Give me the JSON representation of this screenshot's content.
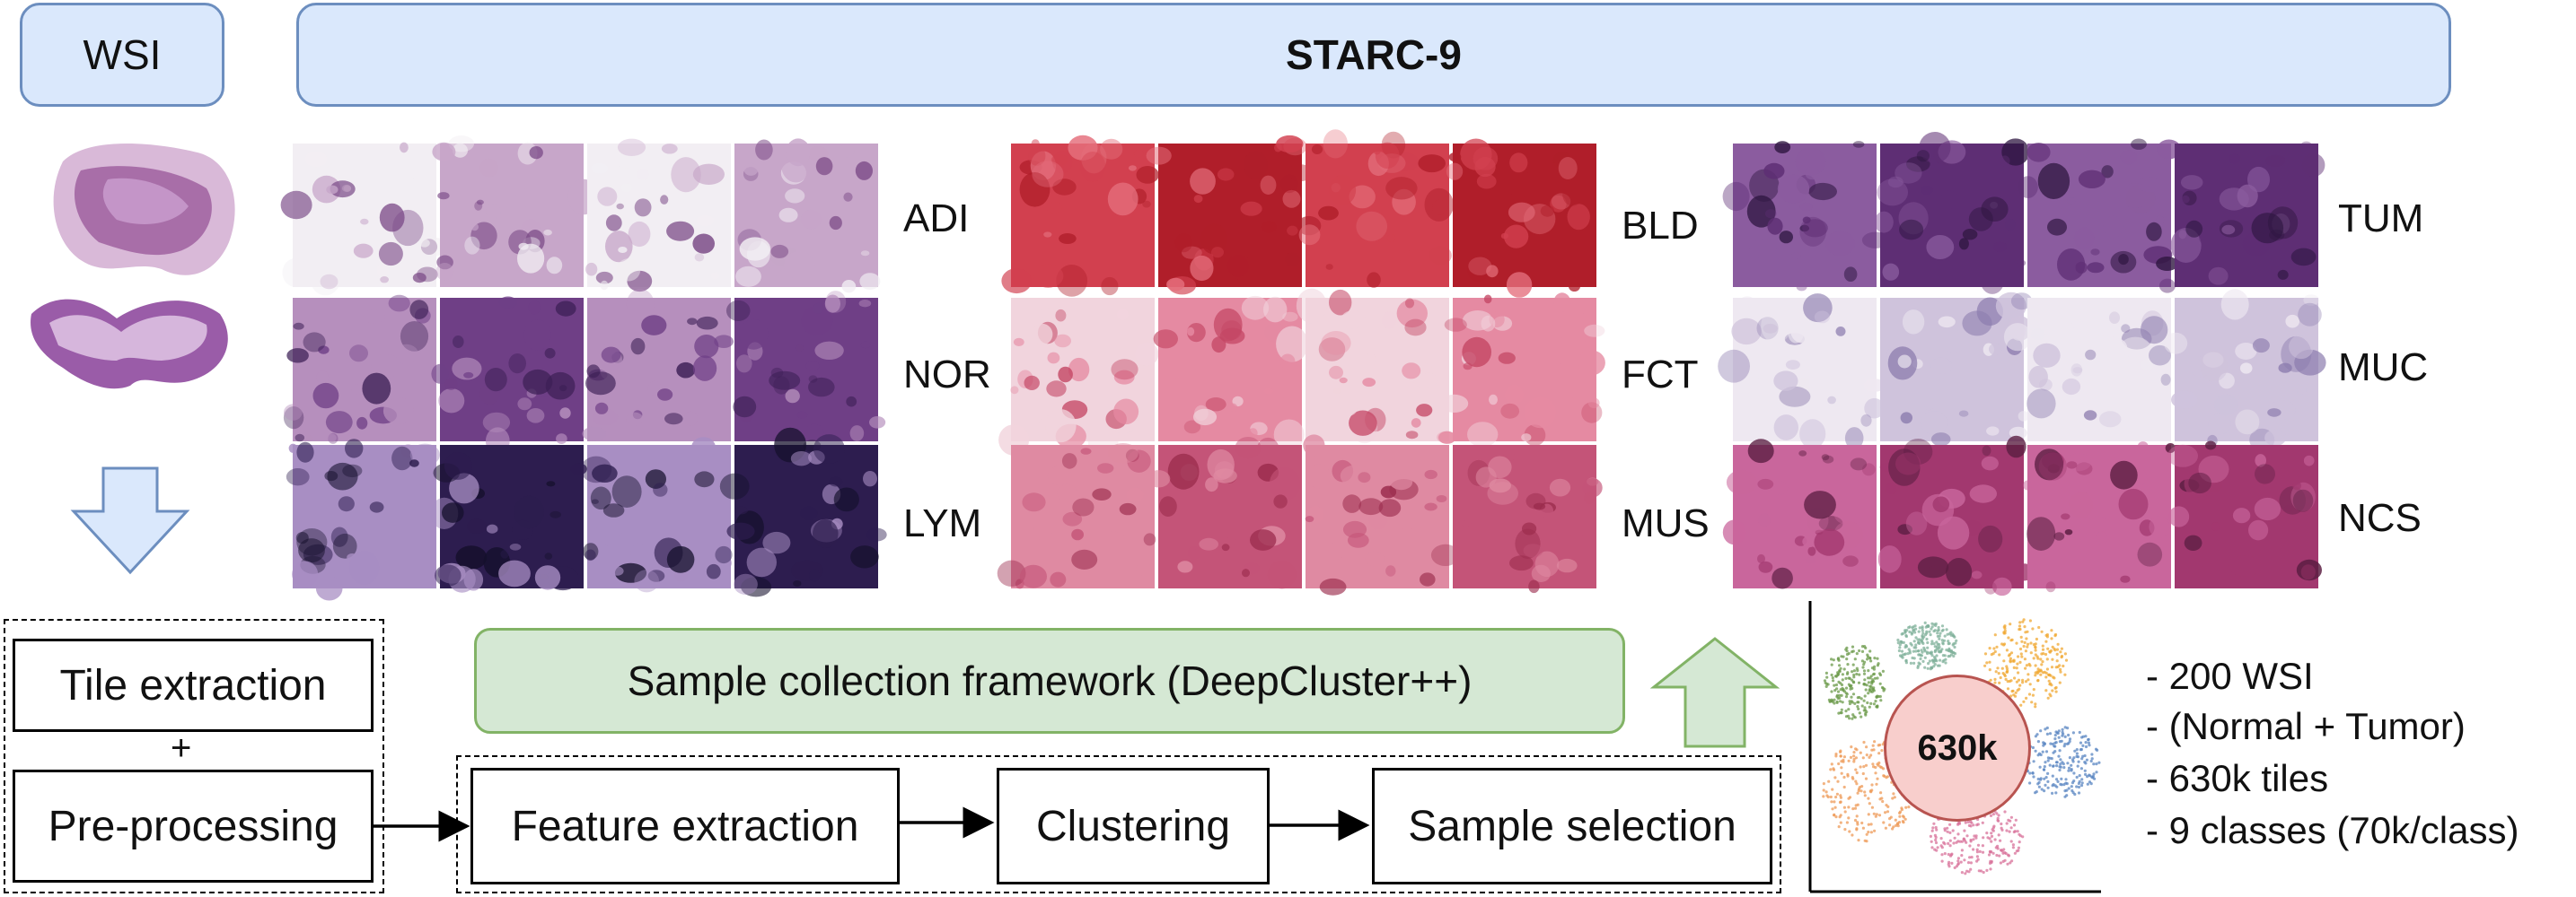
{
  "header": {
    "wsi_label": "WSI",
    "title": "STARC-9"
  },
  "classes": [
    {
      "code": "ADI",
      "colors": [
        "#f2eef3",
        "#c7a6c9",
        "#7b4a87"
      ]
    },
    {
      "code": "NOR",
      "colors": [
        "#b68fbd",
        "#6f3f86",
        "#3c1f55"
      ]
    },
    {
      "code": "LYM",
      "colors": [
        "#a88ec3",
        "#2d1d4f",
        "#15102c"
      ]
    },
    {
      "code": "BLD",
      "colors": [
        "#d2404f",
        "#b01e2a",
        "#e46f7c"
      ]
    },
    {
      "code": "FCT",
      "colors": [
        "#f1d4dd",
        "#e58aa2",
        "#c44664"
      ]
    },
    {
      "code": "MUS",
      "colors": [
        "#df8aa2",
        "#c45478",
        "#9b2c4d"
      ]
    },
    {
      "code": "TUM",
      "colors": [
        "#8b5c9f",
        "#5e2e74",
        "#2e1640"
      ]
    },
    {
      "code": "MUC",
      "colors": [
        "#eee8f1",
        "#cfc3dc",
        "#8c7cae"
      ]
    },
    {
      "code": "NCS",
      "colors": [
        "#c9669c",
        "#a2386f",
        "#5a1d41"
      ]
    }
  ],
  "pipeline": {
    "tile_extraction": "Tile extraction",
    "plus": "+",
    "preprocessing": "Pre-processing",
    "feature_extraction": "Feature extraction",
    "clustering": "Clustering",
    "sample_selection": "Sample selection",
    "framework": "Sample collection framework (DeepCluster++)"
  },
  "summary": {
    "center_label": "630k",
    "bullets": [
      "- 200 WSI",
      "- (Normal + Tumor)",
      "- 630k tiles",
      "- 9 classes (70k/class)"
    ],
    "cluster_colors": [
      "#6b9a4a",
      "#7fb09a",
      "#f0a833",
      "#5a86c2",
      "#d8729a",
      "#ee9a57"
    ]
  }
}
